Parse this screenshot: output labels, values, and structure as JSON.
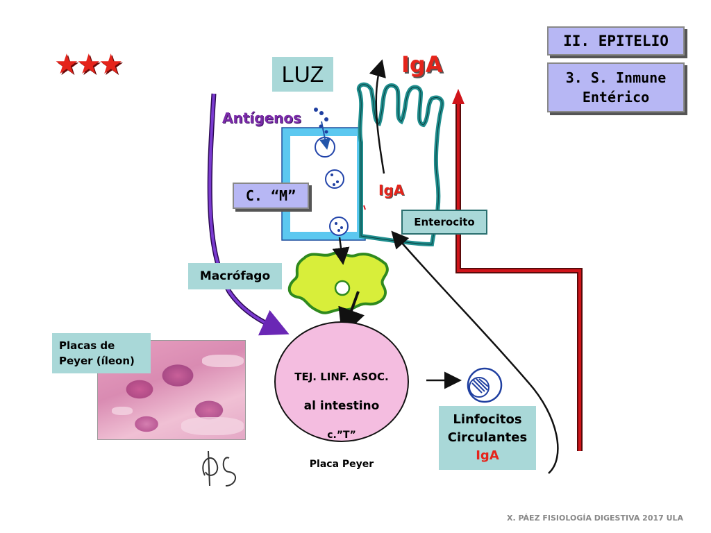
{
  "stars": "★★★",
  "labels": {
    "title_section": "II. EPITELIO",
    "subtitle_section": "3. S. Inmune\nEntérico",
    "luz": "LUZ",
    "iga_top": "IgA",
    "antigenos": "Antígenos",
    "celula_m": "C. “M”",
    "iga_inner": "IgA",
    "enterocito": "Enterocito",
    "macrofago": "Macrófago",
    "placas_peyer": "Placas de\nPeyer (íleon)",
    "tejido_line1": "TEJ. LINF. ASOC.",
    "tejido_line2": "al intestino",
    "tejido_line3": "c.”T”",
    "tejido_line4": "Placa Peyer",
    "linfocitos_line1": "Linfocitos",
    "linfocitos_line2": "Circulantes",
    "linfocitos_line3": "IgA",
    "footer": "X. PÁEZ   FISIOLOGÍA DIGESTIVA 2017  ULA"
  },
  "colors": {
    "title_bg": "#b7b7f4",
    "teal_bg": "#a9d8d8",
    "red_accent": "#e5241b",
    "purple_text": "#7a2aa8",
    "m_cell": "#5cc8f0",
    "enterocyte": "#1f8e8e",
    "macrophage": "#d8ee3a",
    "tissue": "#f4bde0",
    "purple_arrow": "#6a27b5",
    "vessel_red": "#c8141a"
  }
}
